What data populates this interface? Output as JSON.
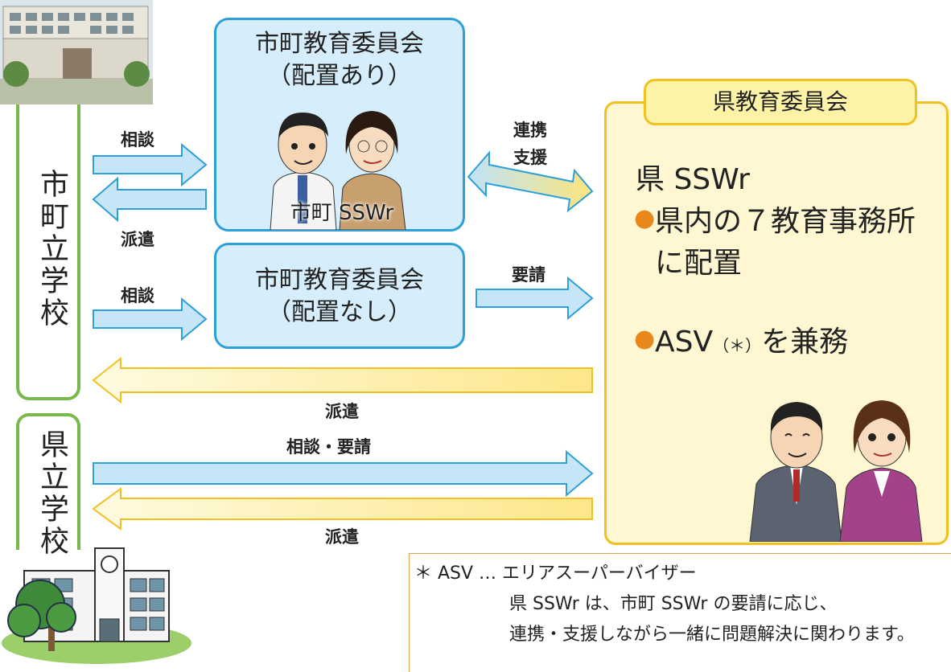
{
  "left": {
    "municipal_school": "市町立学校",
    "prefectural_school": "県立学校"
  },
  "boxes": {
    "board_with_line1": "市町教育委員会",
    "board_with_line2": "（配置あり）",
    "board_with_staff": "市町 SSWr",
    "board_without_line1": "市町教育委員会",
    "board_without_line2": "（配置なし）"
  },
  "arrows": {
    "consult_1": "相談",
    "dispatch_1": "派遣",
    "consult_2": "相談",
    "coop_support_1": "連携",
    "coop_support_2": "支援",
    "request": "要請",
    "dispatch_2": "派遣",
    "consult_request": "相談・要請",
    "dispatch_3": "派遣"
  },
  "prefecture": {
    "tab": "県教育委員会",
    "title": "県 SSWr",
    "bullet1_line1": "県内の７教育事務所",
    "bullet1_line2": "に配置",
    "bullet2_main": "ASV",
    "bullet2_sup": "（＊）",
    "bullet2_tail": "を兼務"
  },
  "note": {
    "line1": "＊ ASV … エリアスーパーバイザー",
    "line2": "県 SSWr は、市町 SSWr の要請に応じ、",
    "line3": "連携・支援しながら一緒に問題解決に関わります。"
  },
  "colors": {
    "blue_border": "#2d9fd9",
    "blue_fill": "#d6eefb",
    "yellow_border": "#f2c020",
    "yellow_fill": "#fef7d2",
    "green_frame": "#79b84a",
    "bullet_orange": "#e8871c"
  }
}
